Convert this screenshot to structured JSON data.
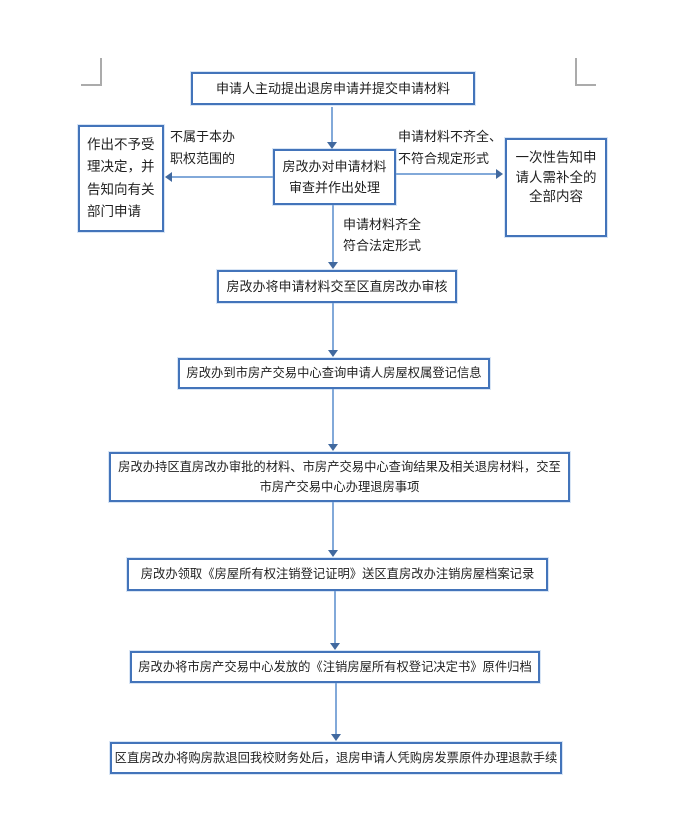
{
  "document": {
    "type": "flowchart",
    "background_color": "#ffffff",
    "box_border_color": "#4374ba",
    "arrow_line_color": "#82a9d9",
    "arrow_head_color": "#41699f",
    "text_color": "#1f1f1f",
    "crop_mark_color": "#ababab"
  },
  "flowchart": {
    "nodes": {
      "start": {
        "text": "申请人主动提出退房申请并提交申请材料"
      },
      "review": {
        "lines": [
          "房改办对申请材料",
          "审查并作出处理"
        ]
      },
      "reject": {
        "lines": [
          "作出不予受",
          "理决定，并",
          "告知向有关",
          "部门申请"
        ]
      },
      "notify": {
        "lines": [
          "一次性告知申",
          "请人需补全的",
          "全部内容"
        ]
      },
      "submit_district": {
        "text": "房改办将申请材料交至区直房改办审核"
      },
      "query_registry": {
        "text": "房改办到市房产交易中心查询申请人房屋权属登记信息"
      },
      "transact": {
        "lines": [
          "房改办持区直房改办审批的材料、市房产交易中心查询结果及相关退房材料，交至",
          "市房产交易中心办理退房事项"
        ]
      },
      "obtain_cert": {
        "text": "房改办领取《房屋所有权注销登记证明》送区直房改办注销房屋档案记录"
      },
      "archive": {
        "text": "房改办将市房产交易中心发放的《注销房屋所有权登记决定书》原件归档"
      },
      "refund": {
        "text": "区直房改办将购房款退回我校财务处后，退房申请人凭购房发票原件办理退款手续"
      }
    },
    "labels": {
      "out_of_scope": {
        "lines": [
          "不属于本办",
          "职权范围的"
        ]
      },
      "incomplete": {
        "lines": [
          "申请材料不齐全、",
          "不符合规定形式"
        ]
      },
      "complete": {
        "lines": [
          "申请材料齐全",
          "符合法定形式"
        ]
      }
    }
  }
}
